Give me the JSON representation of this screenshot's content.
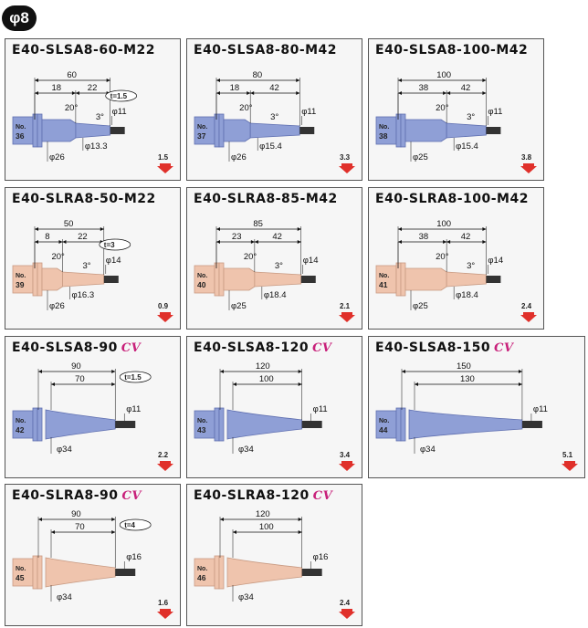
{
  "badge": "φ8",
  "cards": [
    {
      "title": "E40-SLSA8-60-M22",
      "cv": "",
      "no": "36",
      "color": "blue",
      "type": "step",
      "dims": [
        "60",
        "18",
        "22"
      ],
      "angle": "20°",
      "taper": "3°",
      "t": "t=1.5",
      "phi_tip": "φ11",
      "phi_mid": "φ13.3",
      "phi_base": "φ26",
      "weight": "1.5"
    },
    {
      "title": "E40-SLSA8-80-M42",
      "cv": "",
      "no": "37",
      "color": "blue",
      "type": "step",
      "dims": [
        "80",
        "18",
        "42"
      ],
      "angle": "20°",
      "taper": "3°",
      "t": "",
      "phi_tip": "φ11",
      "phi_mid": "φ15.4",
      "phi_base": "φ26",
      "weight": "3.3"
    },
    {
      "title": "E40-SLSA8-100-M42",
      "cv": "",
      "no": "38",
      "color": "blue",
      "type": "step",
      "dims": [
        "100",
        "38",
        "42"
      ],
      "angle": "20°",
      "taper": "3°",
      "t": "",
      "phi_tip": "φ11",
      "phi_mid": "φ15.4",
      "phi_base": "φ25",
      "weight": "3.8"
    },
    {
      "title": "E40-SLRA8-50-M22",
      "cv": "",
      "no": "39",
      "color": "pink",
      "type": "step",
      "dims": [
        "50",
        "8",
        "22"
      ],
      "angle": "20°",
      "taper": "3°",
      "t": "t=3",
      "phi_tip": "φ14",
      "phi_mid": "φ16.3",
      "phi_base": "φ26",
      "weight": "0.9"
    },
    {
      "title": "E40-SLRA8-85-M42",
      "cv": "",
      "no": "40",
      "color": "pink",
      "type": "step",
      "dims": [
        "85",
        "23",
        "42"
      ],
      "angle": "20°",
      "taper": "3°",
      "t": "",
      "phi_tip": "φ14",
      "phi_mid": "φ18.4",
      "phi_base": "φ25",
      "weight": "2.1"
    },
    {
      "title": "E40-SLRA8-100-M42",
      "cv": "",
      "no": "41",
      "color": "pink",
      "type": "step",
      "dims": [
        "100",
        "38",
        "42"
      ],
      "angle": "20°",
      "taper": "3°",
      "t": "",
      "phi_tip": "φ14",
      "phi_mid": "φ18.4",
      "phi_base": "φ25",
      "weight": "2.4"
    },
    {
      "title": "E40-SLSA8-90",
      "cv": "CV",
      "no": "42",
      "color": "blue",
      "type": "cone",
      "dims": [
        "90",
        "70"
      ],
      "t": "t=1.5",
      "phi_tip": "φ11",
      "phi_base": "φ34",
      "weight": "2.2"
    },
    {
      "title": "E40-SLSA8-120",
      "cv": "CV",
      "no": "43",
      "color": "blue",
      "type": "cone",
      "dims": [
        "120",
        "100"
      ],
      "t": "",
      "phi_tip": "φ11",
      "phi_base": "φ34",
      "weight": "3.4"
    },
    {
      "title": "E40-SLSA8-150",
      "cv": "CV",
      "no": "44",
      "color": "blue",
      "type": "cone",
      "dims": [
        "150",
        "130"
      ],
      "t": "",
      "phi_tip": "φ11",
      "phi_base": "φ34",
      "weight": "5.1"
    },
    {
      "title": "E40-SLRA8-90",
      "cv": "CV",
      "no": "45",
      "color": "pink",
      "type": "cone",
      "dims": [
        "90",
        "70"
      ],
      "t": "t=4",
      "phi_tip": "φ16",
      "phi_base": "φ34",
      "weight": "1.6"
    },
    {
      "title": "E40-SLRA8-120",
      "cv": "CV",
      "no": "46",
      "color": "pink",
      "type": "cone",
      "dims": [
        "120",
        "100"
      ],
      "t": "",
      "phi_tip": "φ16",
      "phi_base": "φ34",
      "weight": "2.4"
    }
  ],
  "colors": {
    "blue": "#8f9fd6",
    "blue_dark": "#5f6fb0",
    "pink": "#efc4ad",
    "pink_dark": "#c89a82",
    "shank": "#333333",
    "arrow": "#e0302a"
  },
  "no_label": "No."
}
